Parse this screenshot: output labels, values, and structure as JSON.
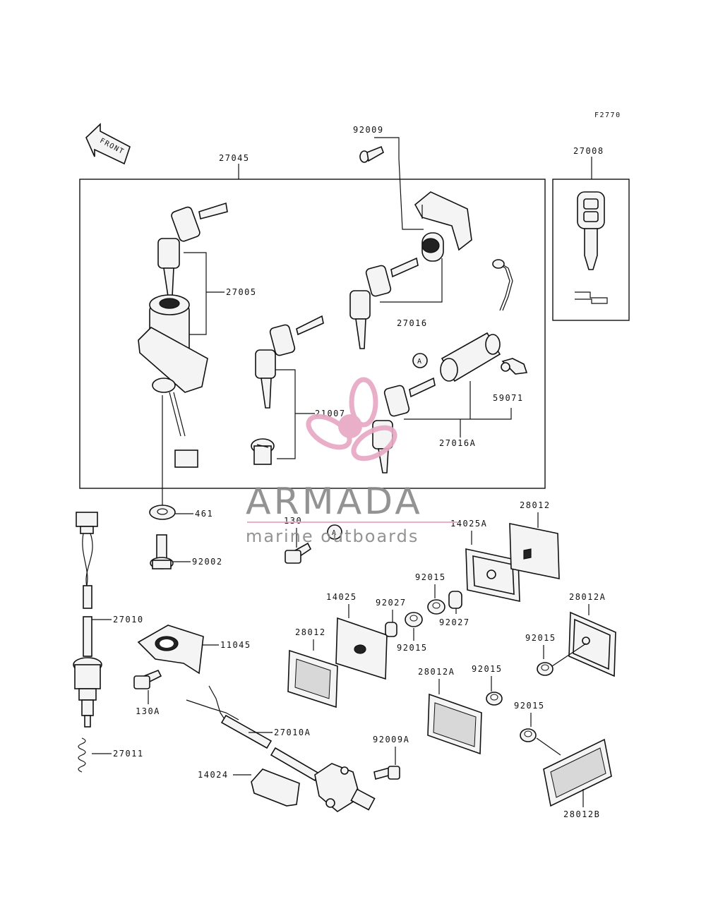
{
  "diagram": {
    "ref_code": "F2770",
    "front_label": "FRONT",
    "circle_ref": "A"
  },
  "parts": {
    "p27045": "27045",
    "p27008": "27008",
    "p92009": "92009",
    "p27005": "27005",
    "p27016": "27016",
    "p21007": "21007",
    "p59071": "59071",
    "p27016A": "27016A",
    "p461": "461",
    "p92002": "92002",
    "p130": "130",
    "p14025A": "14025A",
    "p28012_top": "28012",
    "p92015_a": "92015",
    "p92027_a": "92027",
    "p14025": "14025",
    "p92027_b": "92027",
    "p28012A_right": "28012A",
    "p28012_mid": "28012",
    "p92015_b": "92015",
    "p92015_c": "92015",
    "p27010": "27010",
    "p11045": "11045",
    "p28012A_mid": "28012A",
    "p92015_d": "92015",
    "p130A": "130A",
    "p92015_e": "92015",
    "p27010A": "27010A",
    "p92009A": "92009A",
    "p27011": "27011",
    "p14024": "14024",
    "p28012B": "28012B"
  },
  "watermark": {
    "brand": "ARMADA",
    "tagline": "marine outboards",
    "color_pink": "#e8a8c4",
    "color_gray": "#8a8a8a"
  }
}
